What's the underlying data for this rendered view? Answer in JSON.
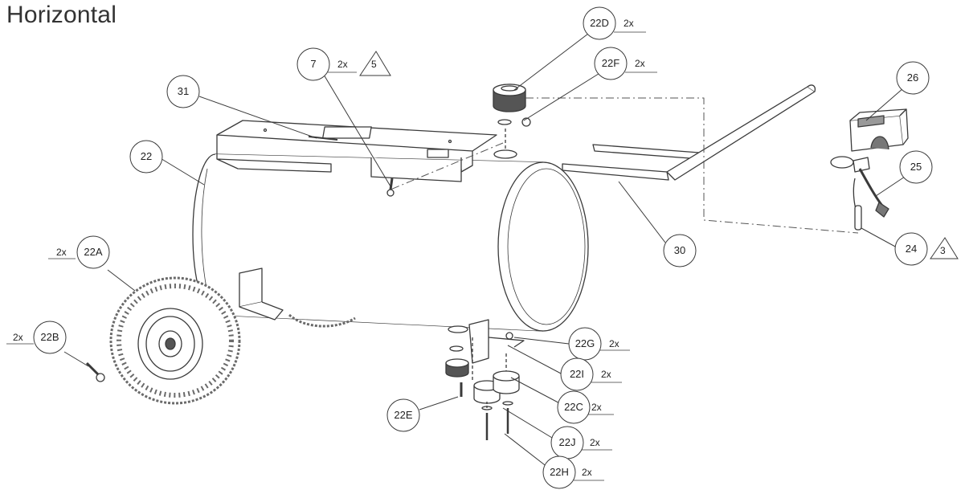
{
  "title": "Horizontal",
  "colors": {
    "line": "#3a3a3a",
    "dash": "#555555",
    "tire": "#6a6a6a"
  },
  "callouts": [
    {
      "id": "7",
      "qty": "2x",
      "warn": "5"
    },
    {
      "id": "31",
      "qty": "",
      "warn": ""
    },
    {
      "id": "22",
      "qty": "",
      "warn": ""
    },
    {
      "id": "22A",
      "qty": "2x",
      "warn": ""
    },
    {
      "id": "22B",
      "qty": "2x",
      "warn": ""
    },
    {
      "id": "22D",
      "qty": "2x",
      "warn": ""
    },
    {
      "id": "22F",
      "qty": "2x",
      "warn": ""
    },
    {
      "id": "26",
      "qty": "",
      "warn": ""
    },
    {
      "id": "25",
      "qty": "",
      "warn": ""
    },
    {
      "id": "30",
      "qty": "",
      "warn": ""
    },
    {
      "id": "24",
      "qty": "",
      "warn": "3"
    },
    {
      "id": "22G",
      "qty": "2x",
      "warn": ""
    },
    {
      "id": "22I",
      "qty": "2x",
      "warn": ""
    },
    {
      "id": "22C",
      "qty": "2x",
      "warn": ""
    },
    {
      "id": "22E",
      "qty": "",
      "warn": ""
    },
    {
      "id": "22J",
      "qty": "2x",
      "warn": ""
    },
    {
      "id": "22H",
      "qty": "2x",
      "warn": ""
    }
  ]
}
